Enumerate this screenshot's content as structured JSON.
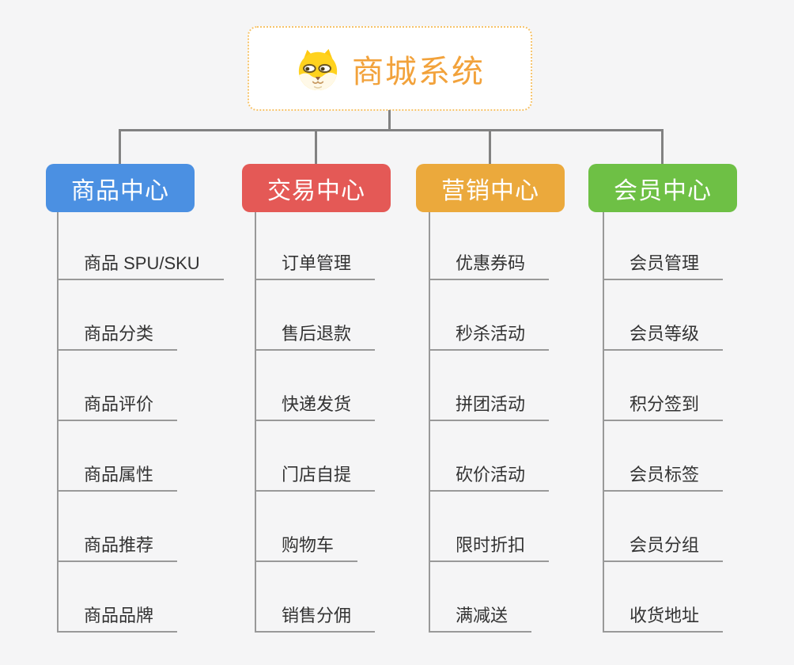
{
  "background_color": "#F5F5F6",
  "connector_color": "#828282",
  "leaf_line_color": "#999999",
  "root": {
    "title": "商城系统",
    "title_color": "#F2A23B",
    "border_color": "#F6C36A",
    "icon": "dog-face-icon"
  },
  "branches": [
    {
      "label": "商品中心",
      "color": "#4B90E2",
      "items": [
        "商品 SPU/SKU",
        "商品分类",
        "商品评价",
        "商品属性",
        "商品推荐",
        "商品品牌"
      ]
    },
    {
      "label": "交易中心",
      "color": "#E45956",
      "items": [
        "订单管理",
        "售后退款",
        "快递发货",
        "门店自提",
        "购物车",
        "销售分佣"
      ]
    },
    {
      "label": "营销中心",
      "color": "#EBA93C",
      "items": [
        "优惠券码",
        "秒杀活动",
        "拼团活动",
        "砍价活动",
        "限时折扣",
        "满减送"
      ]
    },
    {
      "label": "会员中心",
      "color": "#6EC045",
      "items": [
        "会员管理",
        "会员等级",
        "积分签到",
        "会员标签",
        "会员分组",
        "收货地址"
      ]
    }
  ]
}
